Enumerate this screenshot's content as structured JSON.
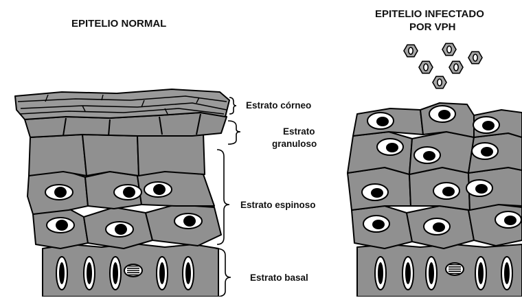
{
  "titles": {
    "normal": "EPITELIO NORMAL",
    "infected_line1": "EPITELIO INFECTADO",
    "infected_line2": "POR VPH"
  },
  "layers": {
    "corneo": "Estrato córneo",
    "granuloso_line1": "Estrato",
    "granuloso_line2": "granuloso",
    "espinoso": "Estrato espinoso",
    "basal": "Estrato basal"
  },
  "colors": {
    "cell_fill": "#909090",
    "outline": "#000000",
    "nucleus": "#000000",
    "halo": "#ffffff",
    "background": "#ffffff"
  },
  "icons": {
    "virus": "hexagon-virus-icon",
    "mitosis": "mitotic-figure-icon"
  }
}
